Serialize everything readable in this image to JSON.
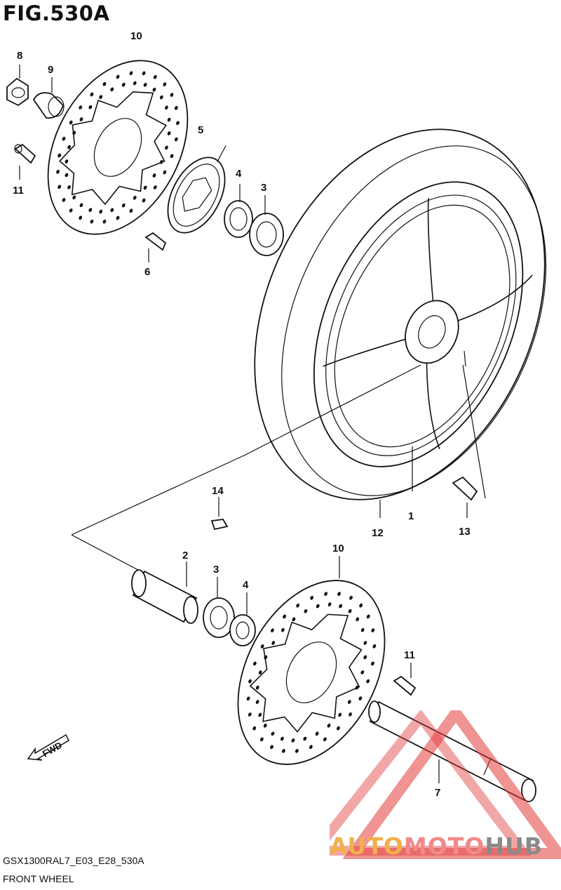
{
  "figure": {
    "title": "FIG.530A",
    "code": "GSX1300RAL7_E03_E28_530A",
    "name": "FRONT WHEEL"
  },
  "fwd_label": "FWD",
  "watermark": {
    "part1": "AUTO",
    "part2": "MOTO",
    "part3": "HUB"
  },
  "callouts": [
    {
      "id": "10",
      "label": "10"
    },
    {
      "id": "8",
      "label": "8"
    },
    {
      "id": "9",
      "label": "9"
    },
    {
      "id": "11",
      "label": "11"
    },
    {
      "id": "5",
      "label": "5"
    },
    {
      "id": "4",
      "label": "4"
    },
    {
      "id": "3",
      "label": "3"
    },
    {
      "id": "6",
      "label": "6"
    },
    {
      "id": "14",
      "label": "14"
    },
    {
      "id": "1",
      "label": "1"
    },
    {
      "id": "12",
      "label": "12"
    },
    {
      "id": "13",
      "label": "13"
    },
    {
      "id": "2",
      "label": "2"
    },
    {
      "id": "3b",
      "label": "3"
    },
    {
      "id": "4b",
      "label": "4"
    },
    {
      "id": "10b",
      "label": "10"
    },
    {
      "id": "11b",
      "label": "11"
    },
    {
      "id": "7",
      "label": "7"
    }
  ],
  "colors": {
    "line": "#111111",
    "watermark_red": "#e23b3b",
    "watermark_orange": "#f2b04a",
    "watermark_grey": "#8a8a8a"
  }
}
